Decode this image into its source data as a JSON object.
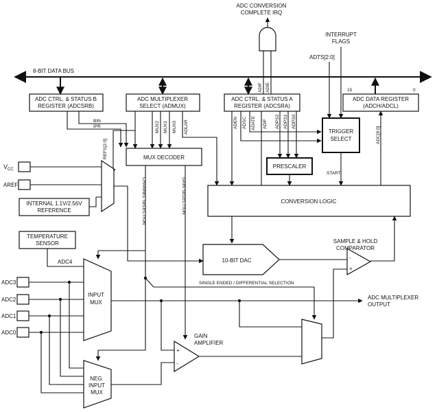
{
  "title": {
    "irq_line1": "ADC CONVERSION",
    "irq_line2": "COMPLETE IRQ"
  },
  "bus": {
    "label": "8-BIT DATA BUS"
  },
  "interrupt": {
    "line1": "INTERRUPT",
    "line2": "FLAGS"
  },
  "adts": "ADTS[2:0]",
  "blocks": {
    "adcsrb_l1": "ADC CTRL. & STATUS B",
    "adcsrb_l2": "REGISTER (ADCSRB)",
    "admux_l1": "ADC MULTIPLEXER",
    "admux_l2": "SELECT (ADMUX)",
    "adcsra_l1": "ADC CTRL. & STATUS A",
    "adcsra_l2": "REGISTER (ADCSRA)",
    "adcdata_l1": "ADC DATA REGISTER",
    "adcdata_l2": "(ADCH/ADCL)",
    "bit15": "15",
    "bit0": "0",
    "mux_decoder": "MUX DECODER",
    "trigger_l1": "TRIGGER",
    "trigger_l2": "SELECT",
    "prescaler": "PRESCALER",
    "start": "START",
    "conversion_logic": "CONVERSION LOGIC",
    "dac": "10-BIT DAC",
    "temp_l1": "TEMPERATURE",
    "temp_l2": "SENSOR",
    "internal_l1": "INTERNAL 1.1V/2.56V",
    "internal_l2": "REFERENCE",
    "input_mux_l1": "INPUT",
    "input_mux_l2": "MUX",
    "neg_mux_l1": "NEG.",
    "neg_mux_l2": "INPUT",
    "neg_mux_l3": "MUX",
    "gain_l1": "GAIN",
    "gain_l2": "AMPLIFIER",
    "sh_l1": "SAMPLE & HOLD",
    "sh_l2": "COMPARATOR",
    "single_ended": "SINGLE ENDED / DIFFERENTIAL SELECTION",
    "adc_mux_out_l1": "ADC MULTIPLEXER",
    "adc_mux_out_l2": "OUTPUT"
  },
  "signals": {
    "bin": "BIN",
    "ipr": "IPR",
    "refs": "REFS[2:0]",
    "mux2": "MUX2",
    "mux1": "MUX1",
    "mux0": "MUX0",
    "adlar": "ADLAR",
    "aden": "ADEN",
    "adsc": "ADSC",
    "adate": "ADATE",
    "adif_a": "ADIF",
    "adps2": "ADPS2",
    "adps1": "ADPS1",
    "adps0": "ADPS0",
    "adif": "ADIF",
    "adie": "ADIE",
    "adc_data": "ADC[9:0]",
    "channel_sel": "CHANNEL SELECTION",
    "gain_sel": "GAIN SELECTION"
  },
  "inputs": {
    "vcc": "V",
    "vcc_sub": "CC",
    "aref": "AREF",
    "adc4": "ADC4",
    "adc3": "ADC3",
    "adc2": "ADC2",
    "adc1": "ADC1",
    "adc0": "ADC0"
  },
  "comparator": {
    "minus": "-",
    "plus": "+"
  },
  "amp": {
    "plus": "+",
    "minus": "-"
  }
}
